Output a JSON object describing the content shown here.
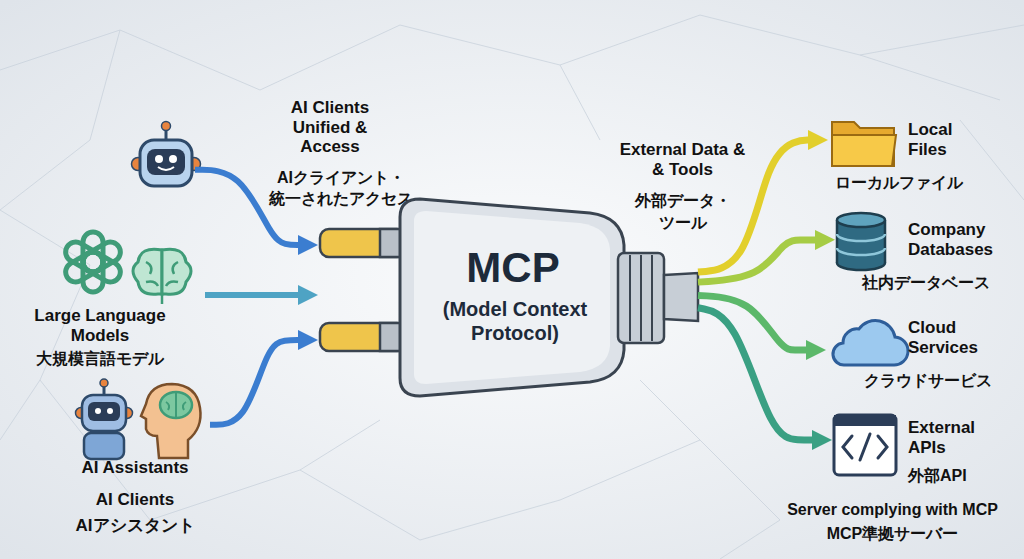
{
  "diagram": {
    "nodes": [
      {
        "text": [
          "AI Clients Unified & Access",
          "AIクライアント・ 統一されたアクセス"
        ]
      },
      {
        "text": [
          "Large Language Models",
          "大規模言語モデル"
        ]
      },
      {
        "text": [
          "AI Assistants",
          "AI Clients AIアシスタント"
        ]
      },
      {
        "text": [
          "MCP",
          "(Model Context Protocol)"
        ]
      },
      {
        "text": [
          "Local Files",
          "ローカルファイル"
        ]
      },
      {
        "text": [
          "Company Databases",
          "社内データベース"
        ]
      },
      {
        "text": [
          "Cloud Services",
          "クラウドサービス"
        ]
      },
      {
        "text": [
          "External APIs",
          "外部API"
        ]
      }
    ],
    "edges": [
      {
        "from": 0,
        "to": 3,
        "arrow": "to"
      },
      {
        "from": 1,
        "to": 3,
        "arrow": "to"
      },
      {
        "from": 2,
        "to": 3,
        "arrow": "to"
      },
      {
        "from": 3,
        "to": 4,
        "arrow": "to"
      },
      {
        "from": 3,
        "to": 5,
        "arrow": "to"
      },
      {
        "from": 3,
        "to": 6,
        "arrow": "to"
      },
      {
        "from": 3,
        "to": 7,
        "arrow": "to"
      }
    ],
    "labels": [
      "External Data & & Tools",
      "外部データ・ ツール",
      "Server complying with MCP",
      "MCP準拠サーバー"
    ]
  }
}
